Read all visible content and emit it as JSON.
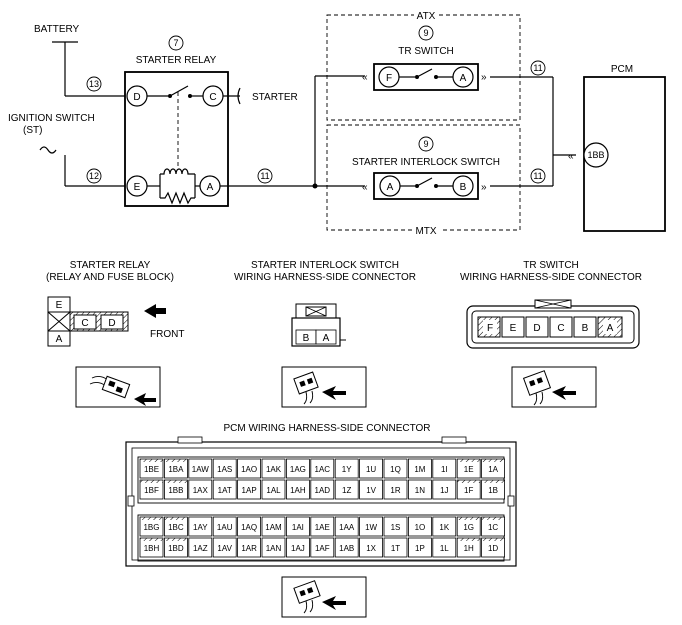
{
  "wiring": {
    "battery": "BATTERY",
    "ignition_line1": "IGNITION SWITCH",
    "ignition_line2": "(ST)",
    "starter": "STARTER",
    "pcm": "PCM",
    "atx": "ATX",
    "mtx": "MTX",
    "starter_relay": {
      "num": "7",
      "label": "STARTER RELAY",
      "terminals": [
        "D",
        "C",
        "E",
        "A"
      ]
    },
    "tr_switch": {
      "num": "9",
      "label": "TR SWITCH",
      "terminals": [
        "F",
        "A"
      ]
    },
    "interlock_switch": {
      "num": "9",
      "label": "STARTER INTERLOCK SWITCH",
      "terminals": [
        "A",
        "B"
      ]
    },
    "pcm_terminal": "1BB",
    "wire_numbers": {
      "battery": "13",
      "ignition": "12",
      "relay_out": "11",
      "tr_out": "11",
      "interlock_out": "11"
    }
  },
  "connectors": {
    "relay": {
      "title1": "STARTER RELAY",
      "title2": "(RELAY AND FUSE BLOCK)",
      "front_label": "FRONT",
      "pins": [
        "E",
        "C",
        "D",
        "A"
      ]
    },
    "interlock": {
      "title1": "STARTER INTERLOCK SWITCH",
      "title2": "WIRING HARNESS-SIDE CONNECTOR",
      "pins": [
        "B",
        "A"
      ]
    },
    "tr": {
      "title1": "TR SWITCH",
      "title2": "WIRING HARNESS-SIDE CONNECTOR",
      "pins": [
        "F",
        "E",
        "D",
        "C",
        "B",
        "A"
      ]
    },
    "pcm": {
      "title": "PCM WIRING HARNESS-SIDE CONNECTOR",
      "upper_rows": [
        [
          "1BE",
          "1BA",
          "1AW",
          "1AS",
          "1AO",
          "1AK",
          "1AG",
          "1AC",
          "1Y",
          "1U",
          "1Q",
          "1M",
          "1I",
          "1E",
          "1A"
        ],
        [
          "1BF",
          "1BB",
          "1AX",
          "1AT",
          "1AP",
          "1AL",
          "1AH",
          "1AD",
          "1Z",
          "1V",
          "1R",
          "1N",
          "1J",
          "1F",
          "1B"
        ]
      ],
      "lower_rows": [
        [
          "1BG",
          "1BC",
          "1AY",
          "1AU",
          "1AQ",
          "1AM",
          "1AI",
          "1AE",
          "1AA",
          "1W",
          "1S",
          "1O",
          "1K",
          "1G",
          "1C"
        ],
        [
          "1BH",
          "1BD",
          "1AZ",
          "1AV",
          "1AR",
          "1AN",
          "1AJ",
          "1AF",
          "1AB",
          "1X",
          "1T",
          "1P",
          "1L",
          "1H",
          "1D"
        ]
      ]
    }
  }
}
